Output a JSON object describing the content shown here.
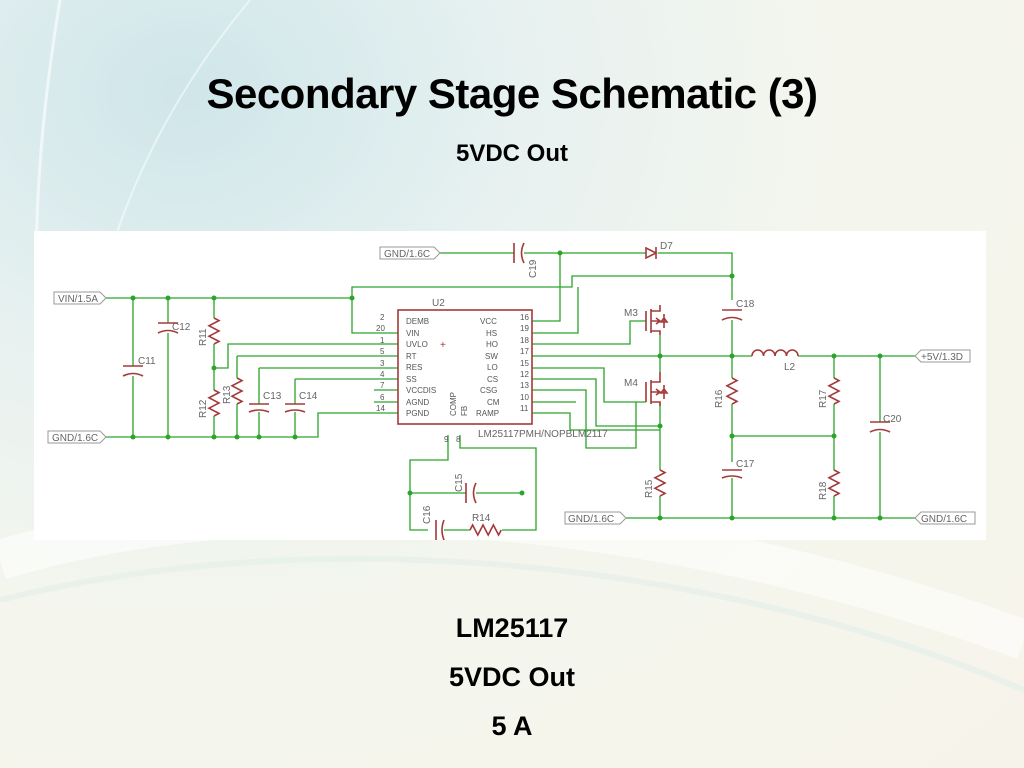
{
  "slide": {
    "title": "Secondary Stage Schematic (3)",
    "subtitle": "5VDC Out",
    "footer_lines": [
      "LM25117",
      "5VDC Out",
      "5 A"
    ]
  },
  "schematic": {
    "ic_name": "U2",
    "ic_part": "LM25117PMH/NOPBLM2117",
    "ic_plus": "+",
    "ports": {
      "vin": "VIN/1.5A",
      "gnd_left": "GND/1.6C",
      "gnd_top": "GND/1.6C",
      "gnd_bottom": "GND/1.6C",
      "gnd_right": "GND/1.6C",
      "out": "+5V/1.3D"
    },
    "left_pins": [
      {
        "num": "2",
        "name": "DEMB"
      },
      {
        "num": "20",
        "name": "VIN"
      },
      {
        "num": "1",
        "name": "UVLO"
      },
      {
        "num": "5",
        "name": "RT"
      },
      {
        "num": "3",
        "name": "RES"
      },
      {
        "num": "4",
        "name": "SS"
      },
      {
        "num": "7",
        "name": "VCCDIS"
      },
      {
        "num": "6",
        "name": "AGND"
      },
      {
        "num": "14",
        "name": "PGND"
      }
    ],
    "right_pins": [
      {
        "num": "16",
        "name": "VCC"
      },
      {
        "num": "19",
        "name": "HS"
      },
      {
        "num": "18",
        "name": "HO"
      },
      {
        "num": "17",
        "name": "SW"
      },
      {
        "num": "15",
        "name": "LO"
      },
      {
        "num": "12",
        "name": "CS"
      },
      {
        "num": "13",
        "name": "CSG"
      },
      {
        "num": "10",
        "name": "CM"
      },
      {
        "num": "11",
        "name": "RAMP"
      }
    ],
    "bottom_pins": [
      {
        "num": "9",
        "name": "COMP"
      },
      {
        "num": "8",
        "name": "FB"
      }
    ],
    "components": {
      "c11": "C11",
      "c12": "C12",
      "c13": "C13",
      "c14": "C14",
      "c15": "C15",
      "c16": "C16",
      "c17": "C17",
      "c18": "C18",
      "c19": "C19",
      "c20": "C20",
      "r11": "R11",
      "r12": "R12",
      "r13": "R13",
      "r14": "R14",
      "r15": "R15",
      "r16": "R16",
      "r17": "R17",
      "r18": "R18",
      "m3": "M3",
      "m4": "M4",
      "d7": "D7",
      "l2": "L2"
    }
  }
}
